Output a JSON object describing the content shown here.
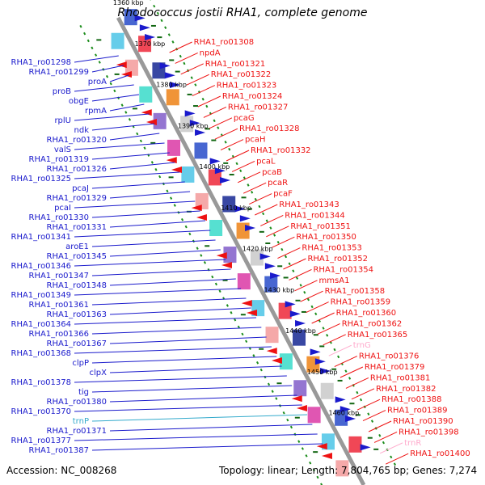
{
  "title": "Rhodococcus jostii RHA1, complete genome",
  "accession": "Accession: NC_008268",
  "stats": "Topology: linear; Length: 7,804,765 bp; Genes: 7,274",
  "colors": {
    "forward": "#1a1acc",
    "reverse": "#ee1111",
    "rna_fwd": "#33aacc",
    "rna_rev": "#ffaacc",
    "backbone": "#999999"
  },
  "kbp_ticks": [
    "1360 kbp",
    "1370 kbp",
    "1380 kbp",
    "1390 kbp",
    "1400 kbp",
    "1410 kbp",
    "1420 kbp",
    "1430 kbp",
    "1440 kbp",
    "1450 kbp",
    "1460 kbp"
  ],
  "left_labels": [
    "RHA1_ro01298",
    "RHA1_ro01299",
    "proA",
    "proB",
    "obgE",
    "rpmA",
    "rplU",
    "ndk",
    "RHA1_ro01320",
    "valS",
    "RHA1_ro01319",
    "RHA1_ro01326",
    "RHA1_ro01325",
    "pcaJ",
    "RHA1_ro01329",
    "pcaI",
    "RHA1_ro01330",
    "RHA1_ro01331",
    "RHA1_ro01341",
    "aroE1",
    "RHA1_ro01345",
    "RHA1_ro01346",
    "RHA1_ro01347",
    "RHA1_ro01348",
    "RHA1_ro01349",
    "RHA1_ro01361",
    "RHA1_ro01363",
    "RHA1_ro01364",
    "RHA1_ro01366",
    "RHA1_ro01367",
    "RHA1_ro01368",
    "clpP",
    "clpX",
    "RHA1_ro01378",
    "tig",
    "RHA1_ro01380",
    "RHA1_ro01370",
    "trnP",
    "RHA1_ro01371",
    "RHA1_ro01377",
    "RHA1_ro01387"
  ],
  "right_labels": [
    "RHA1_ro01308",
    "npdA",
    "RHA1_ro01321",
    "RHA1_ro01322",
    "RHA1_ro01323",
    "RHA1_ro01324",
    "RHA1_ro01327",
    "pcaG",
    "RHA1_ro01328",
    "pcaH",
    "RHA1_ro01332",
    "pcaL",
    "pcaB",
    "pcaR",
    "pcaF",
    "RHA1_ro01343",
    "RHA1_ro01344",
    "RHA1_ro01351",
    "RHA1_ro01350",
    "RHA1_ro01353",
    "RHA1_ro01352",
    "RHA1_ro01354",
    "mmsA1",
    "RHA1_ro01358",
    "RHA1_ro01359",
    "RHA1_ro01360",
    "RHA1_ro01362",
    "RHA1_ro01365",
    "trnG",
    "RHA1_ro01376",
    "RHA1_ro01379",
    "RHA1_ro01381",
    "RHA1_ro01382",
    "RHA1_ro01388",
    "RHA1_ro01389",
    "RHA1_ro01390",
    "RHA1_ro01398",
    "trnR",
    "RHA1_ro01400"
  ]
}
